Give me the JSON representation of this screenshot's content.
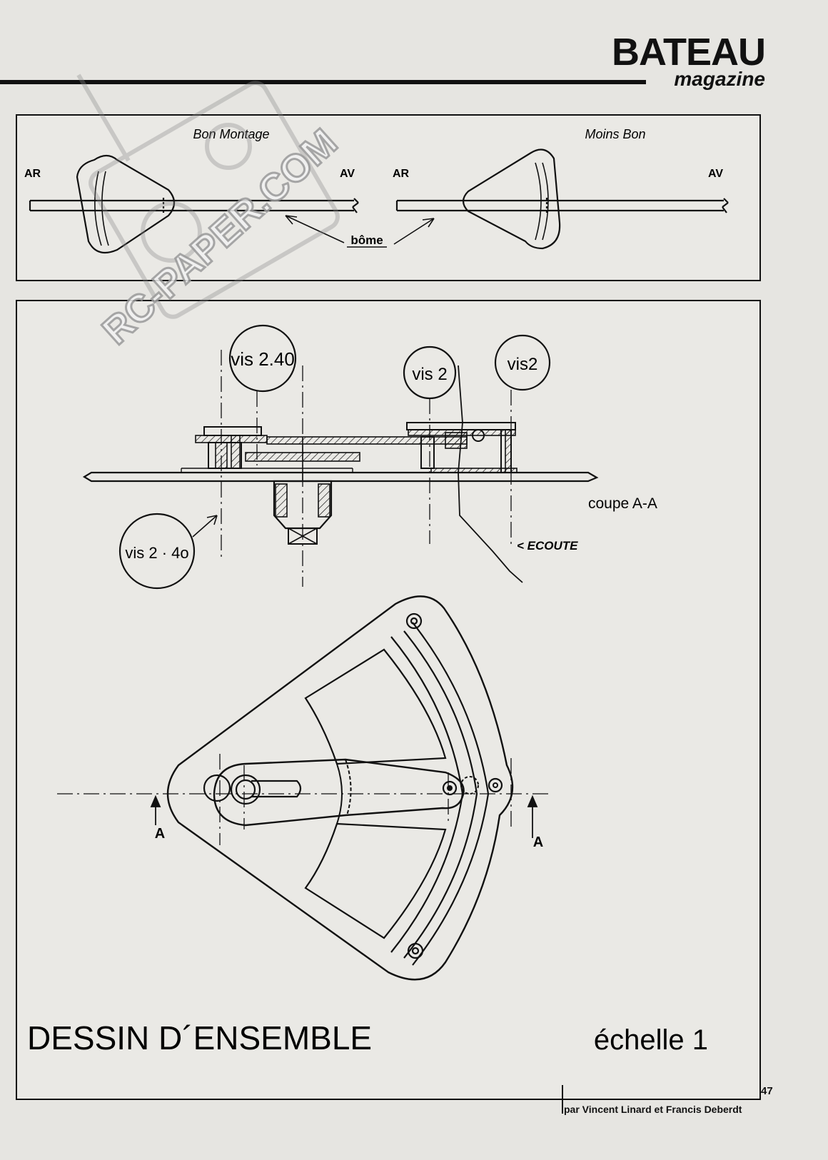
{
  "header": {
    "brand_title": "BATEAU",
    "brand_subtitle": "magazine"
  },
  "top_panel": {
    "good_caption": "Bon Montage",
    "bad_caption": "Moins Bon",
    "rear_label_left": "AR",
    "front_label_left": "AV",
    "rear_label_right": "AR",
    "front_label_right": "AV",
    "boom_label": "bôme"
  },
  "section_view": {
    "screw_top_left": "vis 2.40",
    "screw_top_middle": "vis 2",
    "screw_top_right": "vis2",
    "screw_bottom_left": "vis 2 · 4o",
    "section_label": "coupe A-A",
    "sheet_label": "< ECOUTE"
  },
  "plan_view": {
    "section_mark_left": "A",
    "section_mark_right": "A"
  },
  "footer": {
    "drawing_title": "DESSIN D´ENSEMBLE",
    "scale": "échelle 1",
    "page_number": "47",
    "credits": "par Vincent Linard et Francis Deberdt"
  },
  "watermark": {
    "text": "RC-PAPER.COM"
  },
  "colors": {
    "paper": "#e6e5e1",
    "ink": "#111111",
    "watermark": "#9a9a9a"
  }
}
